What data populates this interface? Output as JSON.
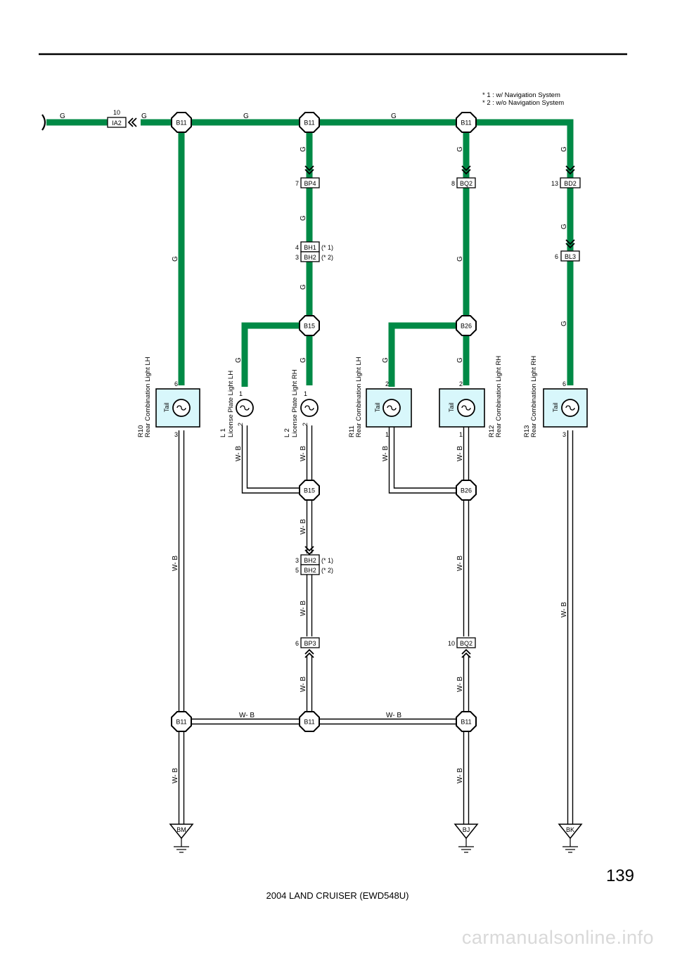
{
  "notes": [
    "* 1 : w/ Navigation System",
    "* 2 : w/o Navigation System"
  ],
  "wire_colors": {
    "green": "G",
    "white_black": "W- B"
  },
  "colors": {
    "green_wire": "#008a46",
    "lamp_fill": "#d8f7fb"
  },
  "connectors": {
    "ia2": {
      "id": "IA2",
      "pin": "10"
    },
    "bp4": {
      "id": "BP4",
      "pin": "7"
    },
    "bq2_top": {
      "id": "BQ2",
      "pin": "8"
    },
    "bd2": {
      "id": "BD2",
      "pin": "13"
    },
    "bh1_top": {
      "id": "BH1",
      "pin": "4",
      "note": "(* 1)"
    },
    "bh2_top": {
      "id": "BH2",
      "pin": "3",
      "note": "(* 2)"
    },
    "bl3": {
      "id": "BL3",
      "pin": "6"
    },
    "bh2_mid1": {
      "id": "BH2",
      "pin": "3",
      "note": "(* 1)"
    },
    "bh2_mid2": {
      "id": "BH2",
      "pin": "5",
      "note": "(* 2)"
    },
    "bp3": {
      "id": "BP3",
      "pin": "6"
    },
    "bq2_bot": {
      "id": "BQ2",
      "pin": "10"
    }
  },
  "junctions": {
    "b11_a": "B11",
    "b11_b": "B11",
    "b11_c": "B11",
    "b15_top": "B15",
    "b26_top": "B26",
    "b15_bot": "B15",
    "b26_bot": "B26",
    "b11_d": "B11",
    "b11_e": "B11",
    "b11_f": "B11"
  },
  "components": {
    "r10": {
      "code": "R10",
      "name": "Rear Combination Light LH",
      "inner": "Tail",
      "pin_top": "6",
      "pin_bot": "3"
    },
    "l1": {
      "code": "L 1",
      "name": "License Plate Light LH",
      "pin_top": "1",
      "pin_bot": "2"
    },
    "l2": {
      "code": "L 2",
      "name": "License Plate Light RH",
      "pin_top": "1",
      "pin_bot": "2"
    },
    "r11": {
      "code": "R11",
      "name": "Rear Combination Light LH",
      "inner": "Tail",
      "pin_top": "2",
      "pin_bot": "1"
    },
    "r12": {
      "code": "R12",
      "name": "Rear Combination Light RH",
      "inner": "Tail",
      "pin_top": "2",
      "pin_bot": "1"
    },
    "r13": {
      "code": "R13",
      "name": "Rear Combination Light RH",
      "inner": "Tail",
      "pin_top": "6",
      "pin_bot": "3"
    }
  },
  "grounds": {
    "bm": "BM",
    "bj": "BJ",
    "bk": "BK"
  },
  "page_number": "139",
  "footer_title": "2004 LAND CRUISER (EWD548U)",
  "watermark": "carmanualsonline.info"
}
